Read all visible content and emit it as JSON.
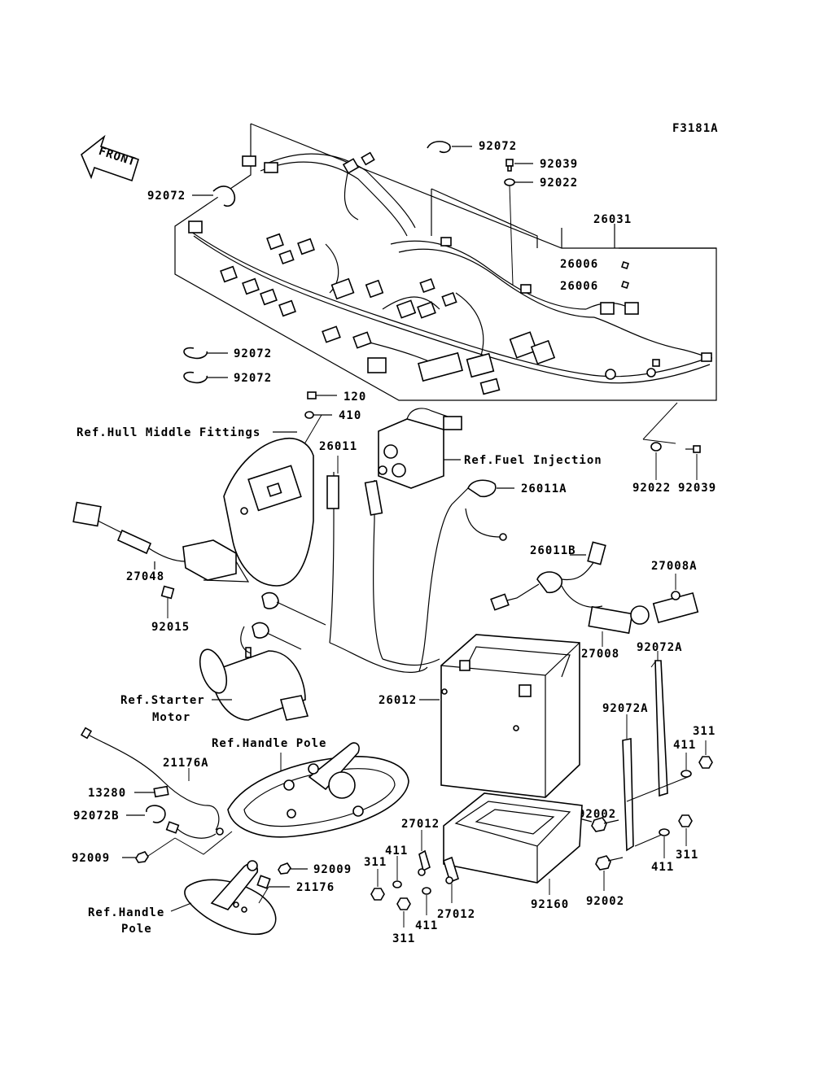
{
  "figure_code": "F3181A",
  "front_arrow": {
    "label": "FRONT"
  },
  "callouts": {
    "p92072_a": "92072",
    "p92072_b": "92072",
    "p92039_a": "92039",
    "p92022_a": "92022",
    "p26031": "26031",
    "p26006_a": "26006",
    "p26006_b": "26006",
    "p92072_c": "92072",
    "p92072_d": "92072",
    "p120": "120",
    "p410": "410",
    "p26011": "26011",
    "p26011A": "26011A",
    "p92022_b": "92022",
    "p92039_b": "92039",
    "p27048": "27048",
    "p92015": "92015",
    "p26011B": "26011B",
    "p27008A": "27008A",
    "p27008": "27008",
    "p92072A_a": "92072A",
    "p26012": "26012",
    "p92072A_b": "92072A",
    "p311_a": "311",
    "p411_a": "411",
    "p21176A": "21176A",
    "p13280": "13280",
    "p92002_a": "92002",
    "p92072B": "92072B",
    "p27012_a": "27012",
    "p411_b": "411",
    "p311_b": "311",
    "p411_c": "411",
    "p92009_a": "92009",
    "p92009_b": "92009",
    "p21176": "21176",
    "p311_c": "311",
    "p411_d": "411",
    "p27012_b": "27012",
    "p92160": "92160",
    "p92002_b": "92002",
    "p311_d": "311"
  },
  "references": {
    "hull_middle": "Ref.Hull Middle Fittings",
    "fuel_injection": "Ref.Fuel Injection",
    "starter_line1": "Ref.Starter",
    "starter_line2": "Motor",
    "handle_pole_top": "Ref.Handle Pole",
    "handle_pole_line1": "Ref.Handle",
    "handle_pole_line2": "Pole"
  }
}
